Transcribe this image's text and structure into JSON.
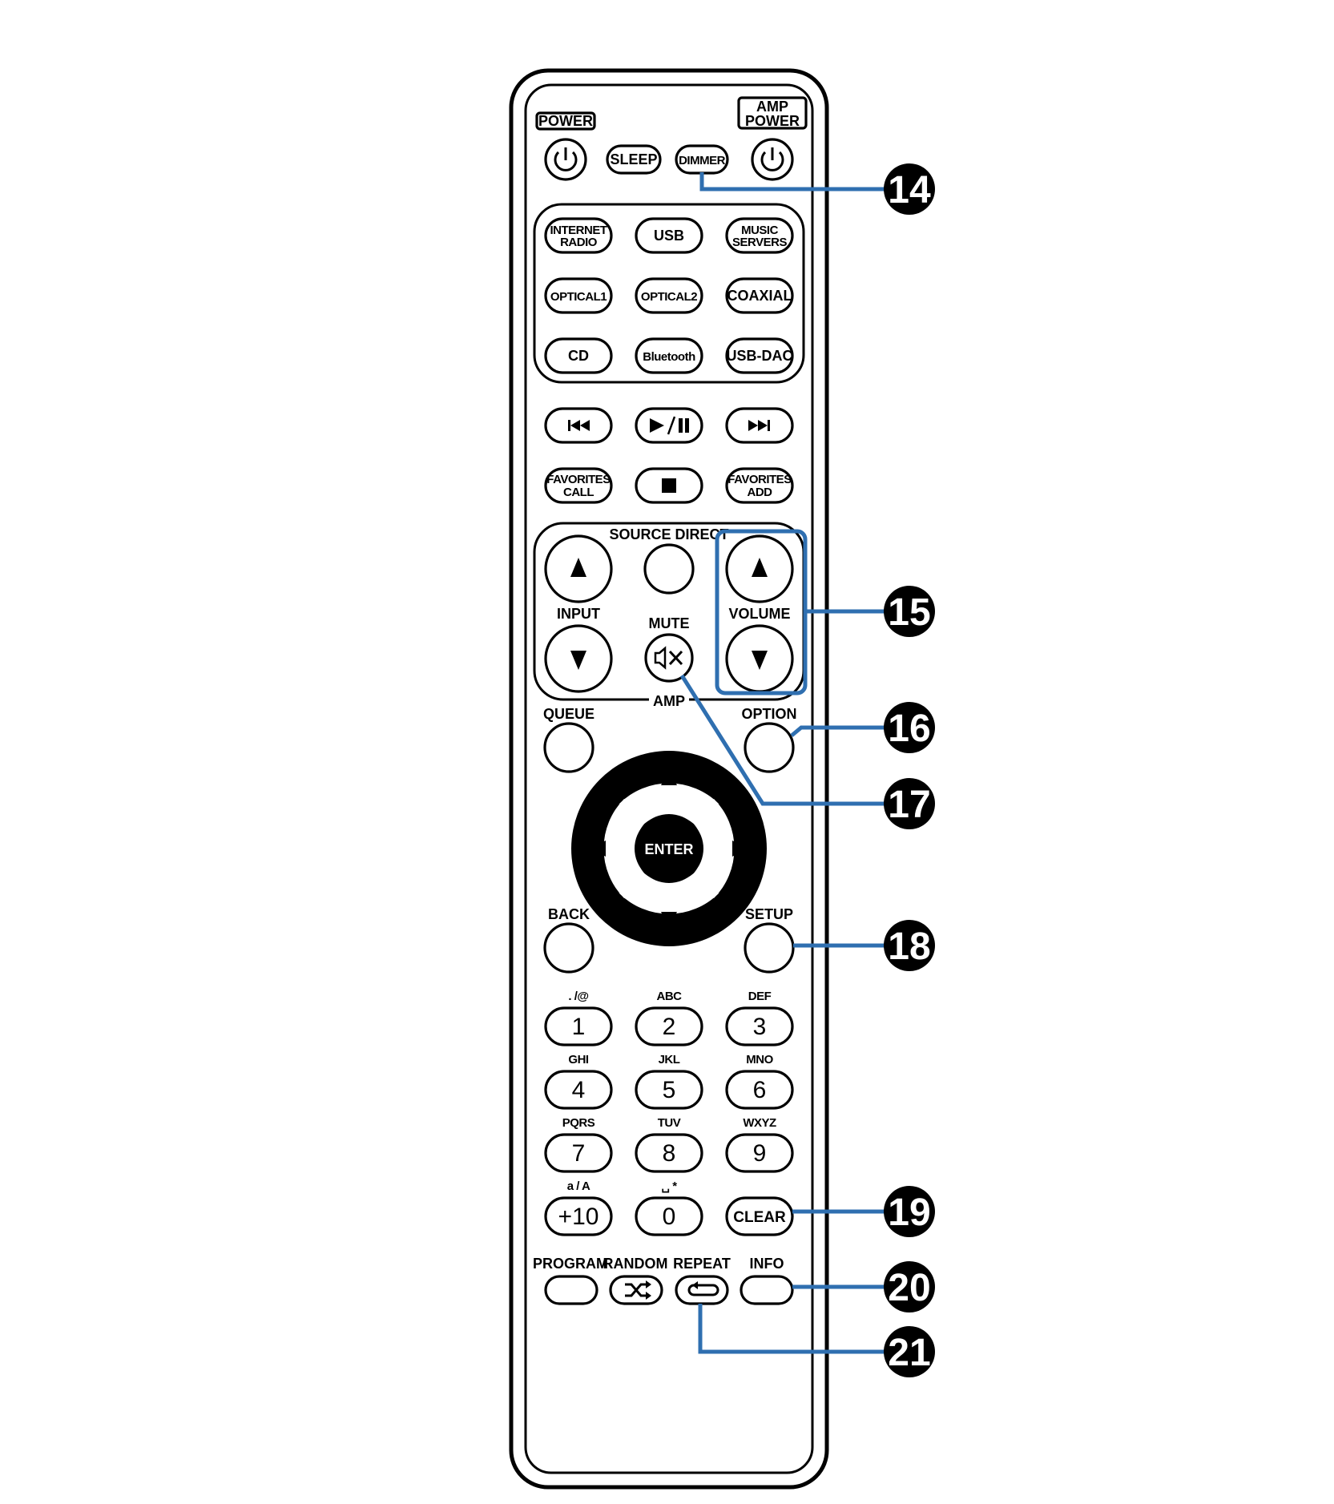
{
  "remote": {
    "power_label": "POWER",
    "amp_power_label": [
      "AMP",
      "POWER"
    ],
    "sleep_label": "SLEEP",
    "dimmer_label": "DIMMER",
    "sources": [
      [
        "INTERNET",
        "RADIO"
      ],
      [
        "USB"
      ],
      [
        "MUSIC",
        "SERVERS"
      ],
      [
        "OPTICAL1"
      ],
      [
        "OPTICAL2"
      ],
      [
        "COAXIAL"
      ],
      [
        "CD"
      ],
      [
        "Bluetooth"
      ],
      [
        "USB-DAC"
      ]
    ],
    "favorites_call": [
      "FAVORITES",
      "CALL"
    ],
    "favorites_add": [
      "FAVORITES",
      "ADD"
    ],
    "source_direct_label": "SOURCE DIRECT",
    "input_label": "INPUT",
    "mute_label": "MUTE",
    "volume_label": "VOLUME",
    "amp_label": "AMP",
    "queue_label": "QUEUE",
    "option_label": "OPTION",
    "enter_label": "ENTER",
    "back_label": "BACK",
    "setup_label": "SETUP",
    "numpad": [
      {
        "sub": ". /@",
        "main": "1"
      },
      {
        "sub": "ABC",
        "main": "2"
      },
      {
        "sub": "DEF",
        "main": "3"
      },
      {
        "sub": "GHI",
        "main": "4"
      },
      {
        "sub": "JKL",
        "main": "5"
      },
      {
        "sub": "MNO",
        "main": "6"
      },
      {
        "sub": "PQRS",
        "main": "7"
      },
      {
        "sub": "TUV",
        "main": "8"
      },
      {
        "sub": "WXYZ",
        "main": "9"
      },
      {
        "sub": "a / A",
        "main": "+10"
      },
      {
        "sub": "␣ *",
        "main": "0"
      },
      {
        "sub": "",
        "main": "CLEAR"
      }
    ],
    "program_label": "PROGRAM",
    "random_label": "RANDOM",
    "repeat_label": "REPEAT",
    "info_label": "INFO"
  },
  "callouts": [
    "14",
    "15",
    "16",
    "17",
    "18",
    "19",
    "20",
    "21"
  ],
  "colors": {
    "callout": "#2f6fb0",
    "outline": "#000000"
  }
}
